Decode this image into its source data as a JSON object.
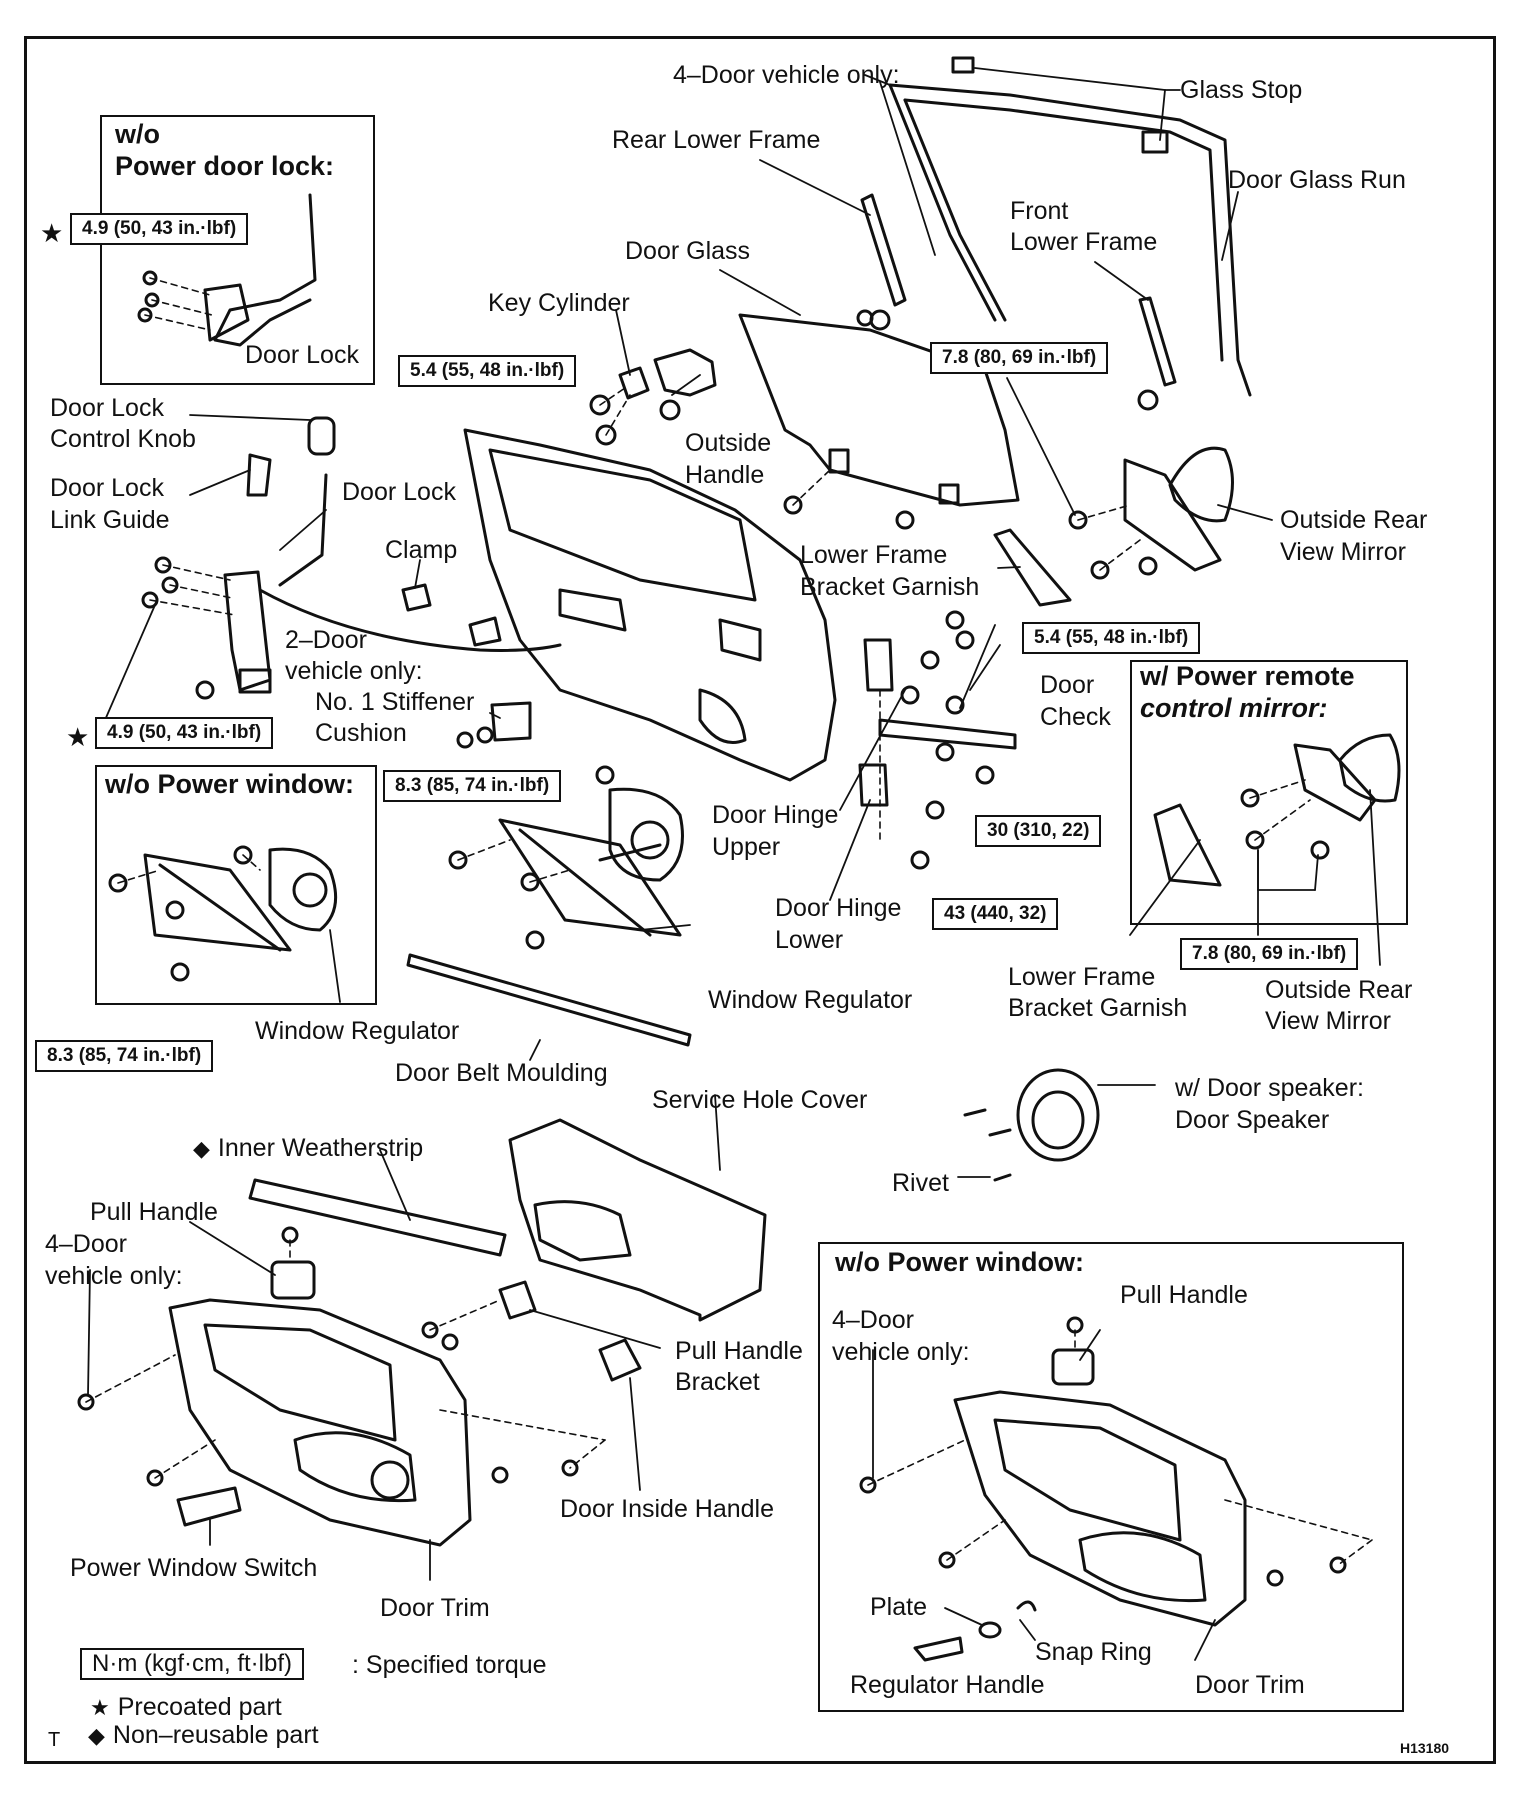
{
  "labels": {
    "four_door_top": "4–Door vehicle only:",
    "glass_stop": "Glass Stop",
    "rear_lower_frame": "Rear Lower Frame",
    "door_glass_run": "Door Glass Run",
    "front_lower_frame_1": "Front",
    "front_lower_frame_2": "Lower Frame",
    "door_glass": "Door Glass",
    "key_cylinder": "Key Cylinder",
    "outside_handle_1": "Outside",
    "outside_handle_2": "Handle",
    "door_lock_control_knob_1": "Door Lock",
    "door_lock_control_knob_2": "Control Knob",
    "door_lock_link_guide_1": "Door Lock",
    "door_lock_link_guide_2": "Link Guide",
    "door_lock_main": "Door Lock",
    "clamp": "Clamp",
    "outside_rear_view_mirror_1": "Outside Rear",
    "outside_rear_view_mirror_2": "View Mirror",
    "lower_frame_bracket_garnish_1": "Lower Frame",
    "lower_frame_bracket_garnish_2": "Bracket Garnish",
    "two_door_1": "2–Door",
    "two_door_2": "vehicle only:",
    "stiffener_1": "No. 1 Stiffener",
    "stiffener_2": "Cushion",
    "door_check_1": "Door",
    "door_check_2": "Check",
    "door_hinge_upper_1": "Door Hinge",
    "door_hinge_upper_2": "Upper",
    "door_hinge_lower_1": "Door Hinge",
    "door_hinge_lower_2": "Lower",
    "window_regulator_main": "Window Regulator",
    "window_regulator_box": "Window Regulator",
    "door_belt_moulding": "Door Belt Moulding",
    "lower_frame_bracket_garnish_b1": "Lower Frame",
    "lower_frame_bracket_garnish_b2": "Bracket Garnish",
    "outside_rear_view_mirror_b1": "Outside Rear",
    "outside_rear_view_mirror_b2": "View Mirror",
    "service_hole_cover": "Service Hole Cover",
    "door_speaker_1": "w/ Door speaker:",
    "door_speaker_2": "Door Speaker",
    "rivet": "Rivet",
    "inner_weatherstrip": "Inner Weatherstrip",
    "pull_handle": "Pull Handle",
    "four_door_left_1": "4–Door",
    "four_door_left_2": "vehicle only:",
    "pull_handle_bracket_1": "Pull Handle",
    "pull_handle_bracket_2": "Bracket",
    "door_inside_handle": "Door Inside Handle",
    "power_window_switch": "Power Window Switch",
    "door_trim": "Door Trim",
    "door_lock_box": "Door Lock",
    "pull_handle_box": "Pull Handle",
    "four_door_box_1": "4–Door",
    "four_door_box_2": "vehicle only:",
    "plate": "Plate",
    "snap_ring": "Snap Ring",
    "regulator_handle": "Regulator Handle",
    "door_trim_box": "Door Trim"
  },
  "boxes": {
    "power_door_lock_1": "w/o",
    "power_door_lock_2": "Power door lock:",
    "power_window_left": "w/o Power window:",
    "power_remote_mirror_1": "w/ Power remote",
    "power_remote_mirror_2": "control mirror:",
    "power_window_bottom": "w/o Power window:"
  },
  "torques": {
    "t_lock_box": "4.9 (50, 43 in.·lbf)",
    "t_key_cyl": "5.4 (55, 48 in.·lbf)",
    "t_mirror": "7.8 (80, 69 in.·lbf)",
    "t_lock_main": "4.9 (50, 43 in.·lbf)",
    "t_regulator": "8.3 (85, 74 in.·lbf)",
    "t_hinge_upper": "5.4 (55, 48 in.·lbf)",
    "t_check": "30 (310, 22)",
    "t_hinge_lower": "43 (440, 32)",
    "t_mirror_box": "7.8 (80, 69 in.·lbf)",
    "t_regulator_box": "8.3 (85, 74 in.·lbf)"
  },
  "legend": {
    "torque_unit": "N·m (kgf·cm, ft·lbf)",
    "torque_desc": ": Specified torque",
    "precoated": "Precoated part",
    "non_reusable": "Non–reusable part",
    "star": "★",
    "diamond": "◆",
    "t_mark": "T"
  },
  "figure_code": "H13180"
}
